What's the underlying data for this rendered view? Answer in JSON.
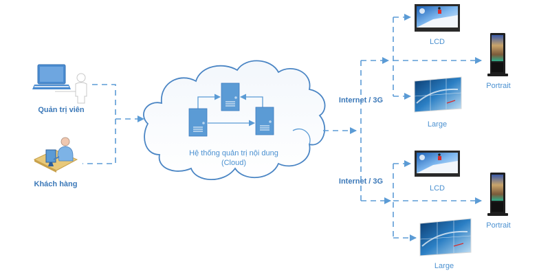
{
  "actors": {
    "admin": {
      "label": "Quản trị viên",
      "icon": "laptop-admin-icon"
    },
    "customer": {
      "label": "Khách hàng",
      "icon": "customer-workstation-icon"
    }
  },
  "cloud": {
    "title": "Hệ thống quản trị nội dung",
    "subtitle": "(Cloud)",
    "servers": [
      "server-left",
      "server-top",
      "server-right"
    ]
  },
  "networks": [
    {
      "label": "Internet / 3G",
      "devices": [
        {
          "label": "LCD",
          "icon": "lcd-screen-icon"
        },
        {
          "label": "Portrait",
          "icon": "portrait-kiosk-icon"
        },
        {
          "label": "Large",
          "icon": "video-wall-icon"
        }
      ]
    },
    {
      "label": "Internet / 3G",
      "devices": [
        {
          "label": "LCD",
          "icon": "lcd-screen-icon"
        },
        {
          "label": "Portrait",
          "icon": "portrait-kiosk-icon"
        },
        {
          "label": "Large",
          "icon": "video-wall-icon"
        }
      ]
    }
  ],
  "colors": {
    "connector": "#5b9bd5",
    "label": "#3b78b8",
    "server": "#5b9bd5"
  }
}
